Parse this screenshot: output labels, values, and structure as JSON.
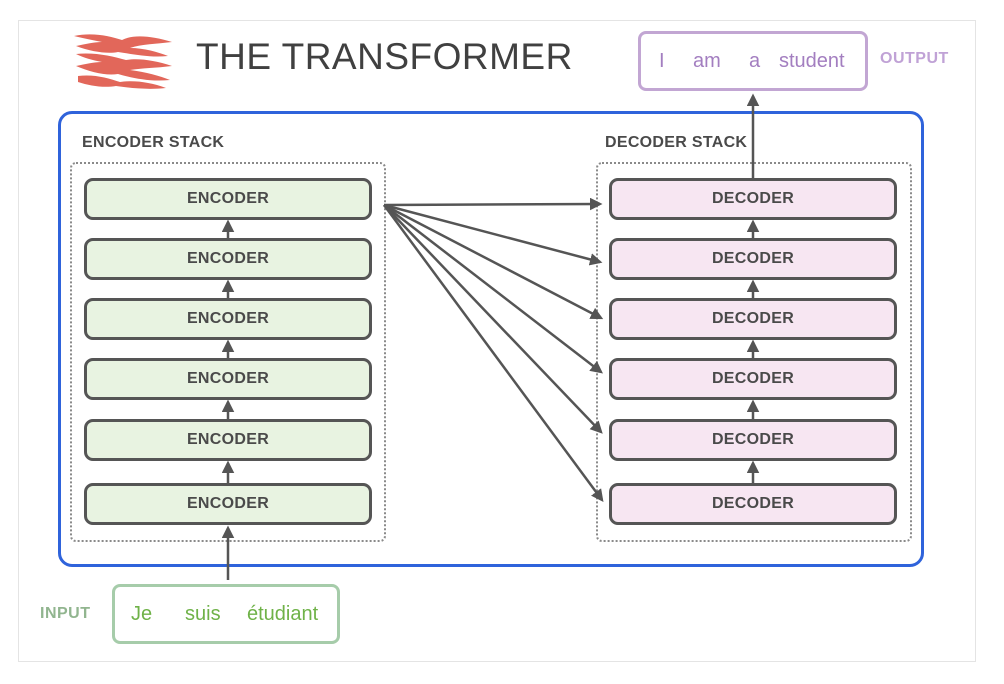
{
  "title": "THE TRANSFORMER",
  "encoder_stack": {
    "label": "ENCODER STACK",
    "blocks": [
      "ENCODER",
      "ENCODER",
      "ENCODER",
      "ENCODER",
      "ENCODER",
      "ENCODER"
    ]
  },
  "decoder_stack": {
    "label": "DECODER STACK",
    "blocks": [
      "DECODER",
      "DECODER",
      "DECODER",
      "DECODER",
      "DECODER",
      "DECODER"
    ]
  },
  "input": {
    "label": "INPUT",
    "words": [
      "Je",
      "suis",
      "étudiant"
    ]
  },
  "output": {
    "label": "OUTPUT",
    "words": [
      "I",
      "am",
      "a",
      "student"
    ]
  },
  "colors": {
    "main_border": "#2f63db",
    "encoder_fill": "#e8f3e1",
    "decoder_fill": "#f7e6f2",
    "input_text": "#6fb248",
    "output_text": "#a37ec0",
    "logo": "#e2675a"
  }
}
